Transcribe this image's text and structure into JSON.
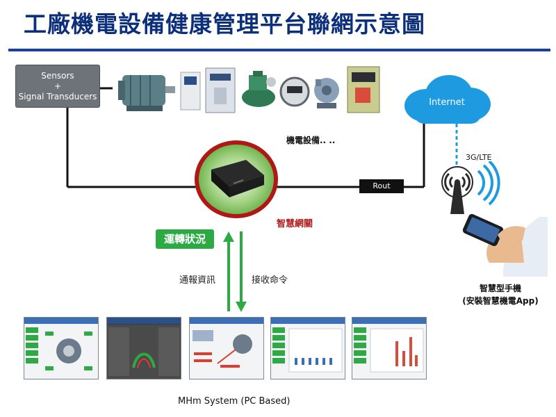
{
  "title": "工廠機電設備健康管理平台聯網示意圖",
  "sensors": {
    "line1": "Sensors",
    "line2": "+",
    "line3": "Signal Transducers"
  },
  "equipment_label": "機電設備.. ..",
  "cloud_label": "Internet",
  "network_label": "3G/LTE",
  "route_label": "Rout",
  "gateway_label": "智慧網關",
  "status_badge": "運轉狀況",
  "report_label": "通報資訊",
  "command_label": "接收命令",
  "phone_caption_line1": "智慧型手機",
  "phone_caption_line2": "(安裝智慧機電App)",
  "mhm_caption": "MHm System (PC Based)",
  "colors": {
    "title": "#0b2f7a",
    "cloud": "#1e9ae0",
    "gateway_ring": "#b01818",
    "arrow": "#2eaa44",
    "signal": "#1e9ae0"
  }
}
